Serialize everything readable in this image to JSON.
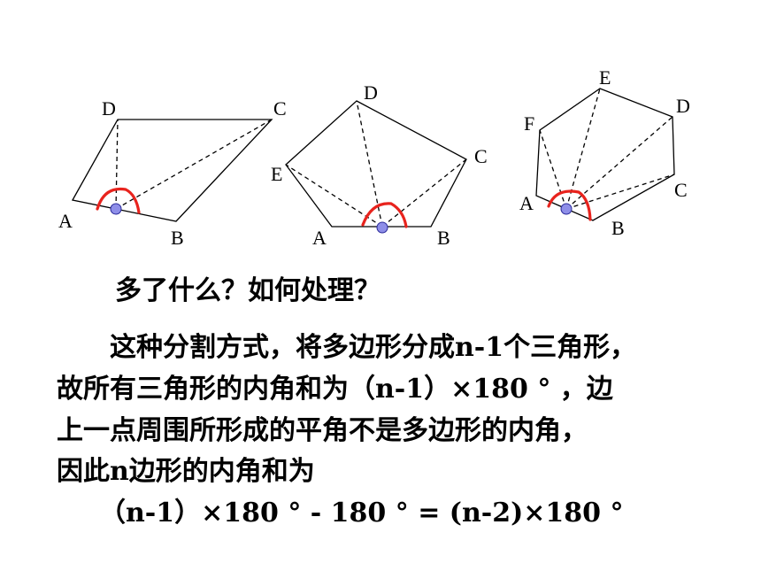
{
  "figure1": {
    "labels": {
      "A": "A",
      "B": "B",
      "C": "C",
      "D": "D"
    }
  },
  "figure2": {
    "labels": {
      "A": "A",
      "B": "B",
      "C": "C",
      "D": "D",
      "E": "E"
    }
  },
  "figure3": {
    "labels": {
      "A": "A",
      "B": "B",
      "C": "C",
      "D": "D",
      "E": "E",
      "F": "F"
    }
  },
  "question": "多了什么？如何处理？",
  "explanation": {
    "line1": "这种分割方式，将多边形分成n-1个三角形，",
    "line2": "故所有三角形的内角和为（n-1）×180 ° ，边",
    "line3": "上一点周围所形成的平角不是多边形的内角，",
    "line4": "因此n边形的内角和为",
    "formula": "（n-1）×180 ° - 180 ° = (n-2)×180 °"
  }
}
